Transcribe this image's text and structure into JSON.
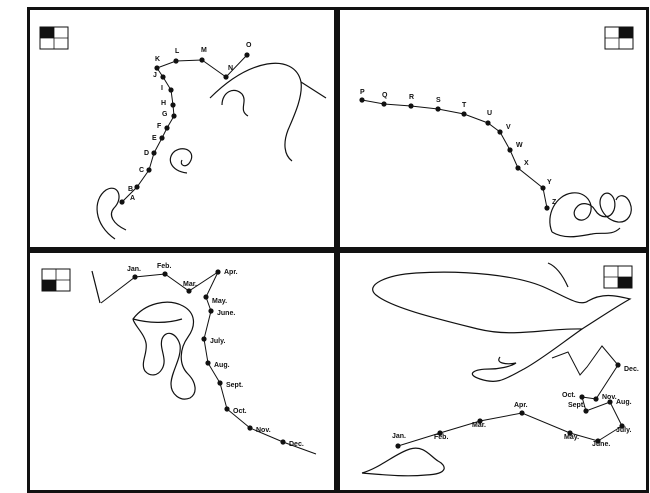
{
  "panels": [
    {
      "id": "top-left",
      "quadrant_indicator": "top-left",
      "labels": [
        "A",
        "B",
        "C",
        "D",
        "E",
        "F",
        "G",
        "H",
        "I",
        "J",
        "K",
        "L",
        "M",
        "N",
        "O"
      ]
    },
    {
      "id": "top-right",
      "quadrant_indicator": "top-right",
      "labels": [
        "P",
        "Q",
        "R",
        "S",
        "T",
        "U",
        "V",
        "W",
        "X",
        "Y",
        "Z"
      ]
    },
    {
      "id": "bottom-left",
      "quadrant_indicator": "bottom-left",
      "labels": [
        "Jan.",
        "Feb.",
        "Mar.",
        "Apr.",
        "May.",
        "June.",
        "July.",
        "Aug.",
        "Sept.",
        "Oct.",
        "Nov.",
        "Dec."
      ]
    },
    {
      "id": "bottom-right",
      "quadrant_indicator": "bottom-right",
      "labels": [
        "Jan.",
        "Feb.",
        "Mar.",
        "Apr.",
        "May.",
        "June.",
        "July.",
        "Aug.",
        "Sept.",
        "Oct.",
        "Nov.",
        "Dec."
      ]
    }
  ],
  "colors": {
    "ink": "#111111",
    "paper": "#ffffff"
  }
}
